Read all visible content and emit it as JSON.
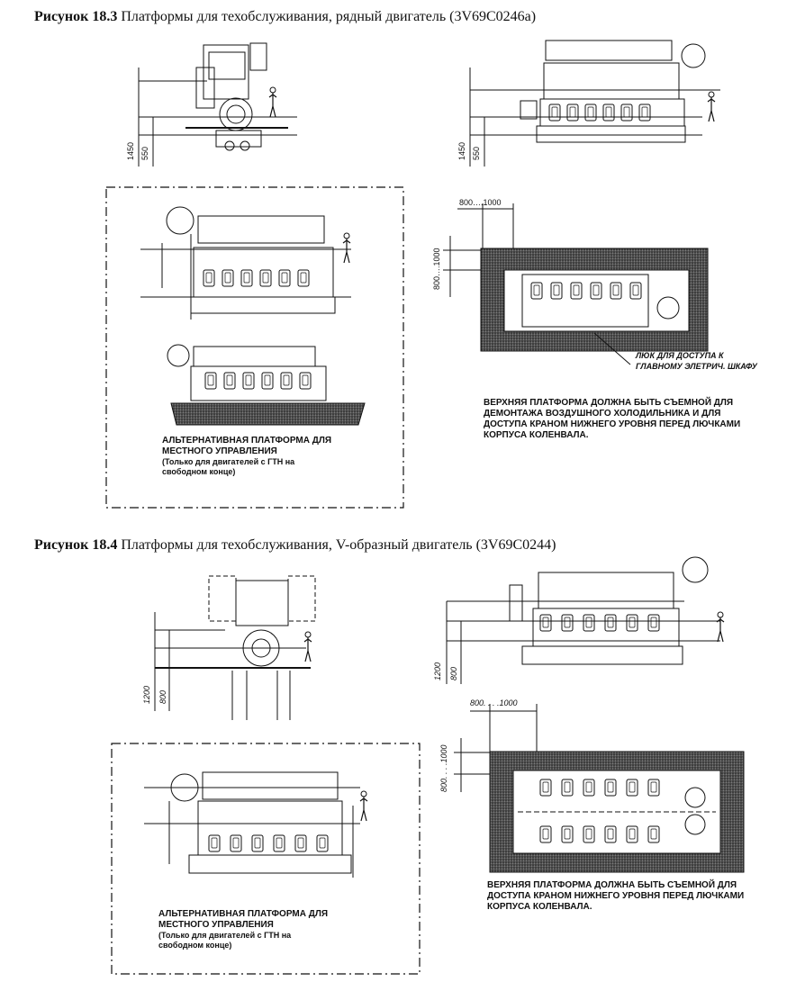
{
  "fig1": {
    "number": "Рисунок 18.3",
    "title": "Платформы для техобслуживания, рядный двигатель (3V69C0246a)",
    "dim_top": "1450",
    "dim_bottom": "550",
    "dim_top_right": "1450",
    "dim_bottom_right": "550",
    "gap_h": "800….1000",
    "gap_v": "800….1000",
    "alt_platform_title": "АЛЬТЕРНАТИВНАЯ ПЛАТФОРМА ДЛЯ МЕСТНОГО УПРАВЛЕНИЯ",
    "alt_platform_note": "(Только для двигателей с ГТН на свободном конце)",
    "hatch_label": "ЛЮК ДЛЯ ДОСТУПА К ГЛАВНОМУ ЭЛЕТРИЧ. ШКАФУ",
    "upper_platform_note": "ВЕРХНЯЯ ПЛАТФОРМА ДОЛЖНА БЫТЬ СЪЕМНОЙ ДЛЯ ДЕМОНТАЖА ВОЗДУШНОГО ХОЛОДИЛЬНИКА И ДЛЯ ДОСТУПА КРАНОМ НИЖНЕГО УРОВНЯ ПЕРЕД ЛЮЧКАМИ КОРПУСА КОЛЕНВАЛА."
  },
  "fig2": {
    "number": "Рисунок 18.4",
    "title": "Платформы для техобслуживания, V-образный двигатель (3V69C0244)",
    "dim_top": "1200",
    "dim_bottom": "800",
    "dim_top_right": "1200",
    "dim_bottom_right": "800",
    "gap_h": "800. . . .1000",
    "gap_v": "800. . . .1000",
    "upper_platform_note": "ВЕРХНЯЯ ПЛАТФОРМА ДОЛЖНА БЫТЬ СЪЕМНОЙ ДЛЯ ДОСТУПА КРАНОМ НИЖНЕГО УРОВНЯ ПЕРЕД ЛЮЧКАМИ КОРПУСА КОЛЕНВАЛА.",
    "alt_platform_title": "АЛЬТЕРНАТИВНАЯ ПЛАТФОРМА ДЛЯ МЕСТНОГО УПРАВЛЕНИЯ",
    "alt_platform_note": "(Только для двигателей с ГТН на свободном конце)"
  }
}
